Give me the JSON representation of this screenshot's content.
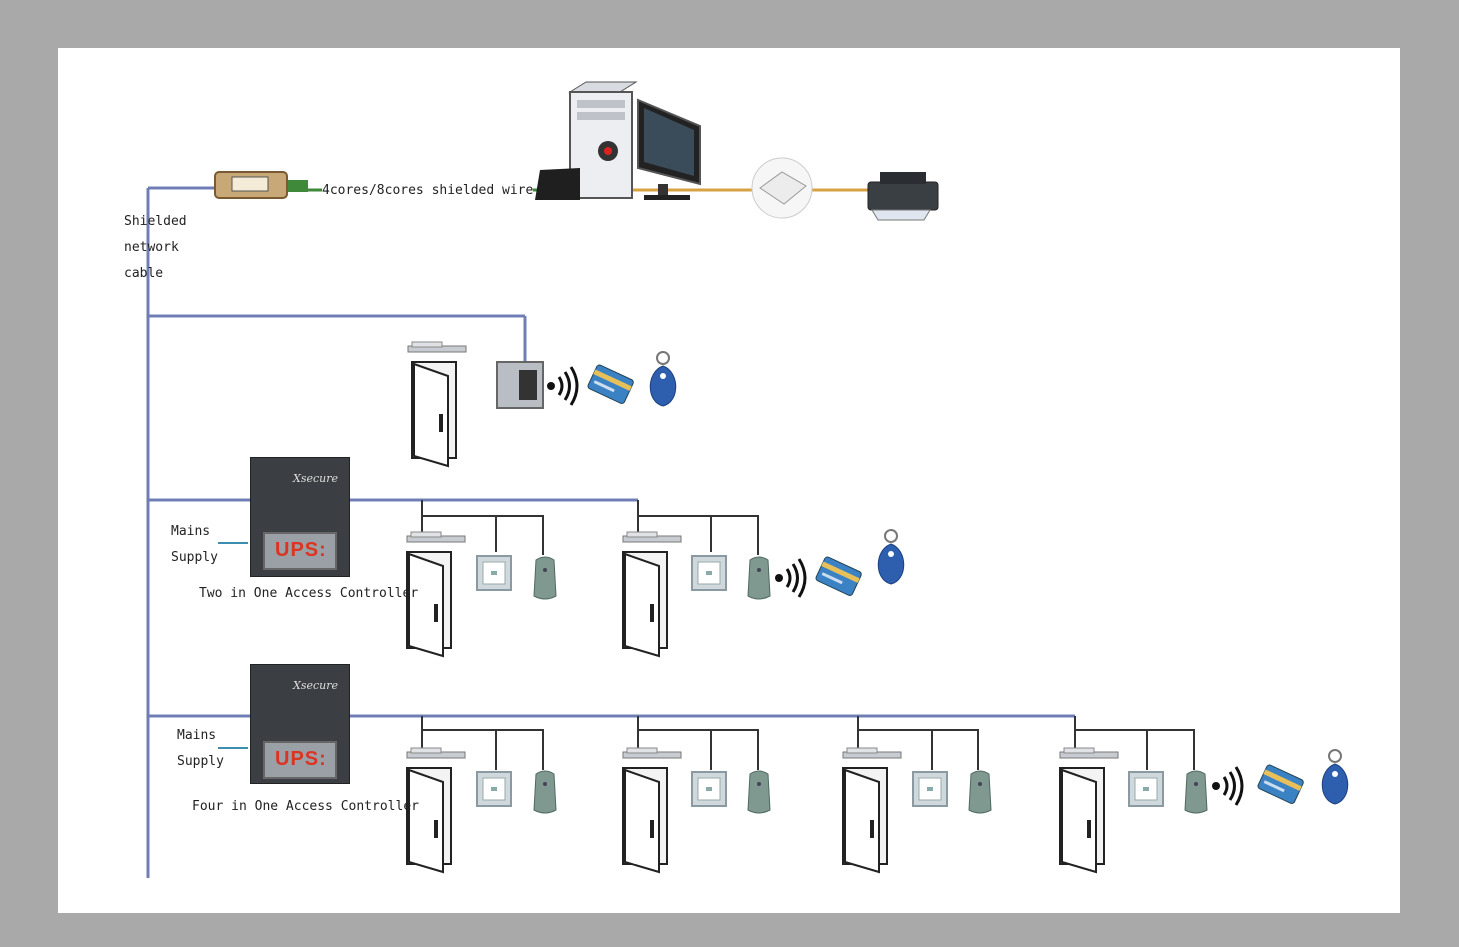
{
  "labels": {
    "shielded_line1": "Shielded",
    "shielded_line2": "network",
    "shielded_line3": "cable",
    "wire": "4cores/8cores shielded wire",
    "mains_a1": "Mains",
    "mains_a2": "Supply",
    "mains_b1": "Mains",
    "mains_b2": "Supply",
    "two_in_one": "Two in One Access Controller",
    "four_in_one": "Four in One Access Controller"
  },
  "controllers": {
    "brand": "Xsecure",
    "ups": "UPS:"
  },
  "colors": {
    "background": "#a9a9a9",
    "canvas": "#ffffff",
    "network_line": "#6f7fb5",
    "wire_line": "#333333",
    "rfid_tag": "#2e5fae",
    "ups_text": "#dd3322",
    "converter": "#c9a877",
    "cable_orange": "#d7a244"
  },
  "icons": [
    "converter-icon",
    "computer-tower-icon",
    "monitor-icon",
    "keyboard-icon",
    "card-issuer-icon",
    "printer-icon",
    "door-icon",
    "lock-icon",
    "exit-button-icon",
    "card-reader-icon",
    "keypad-reader-icon",
    "wireless-signal-icon",
    "rfid-card-icon",
    "rfid-keyfob-icon",
    "controller-box-icon"
  ]
}
